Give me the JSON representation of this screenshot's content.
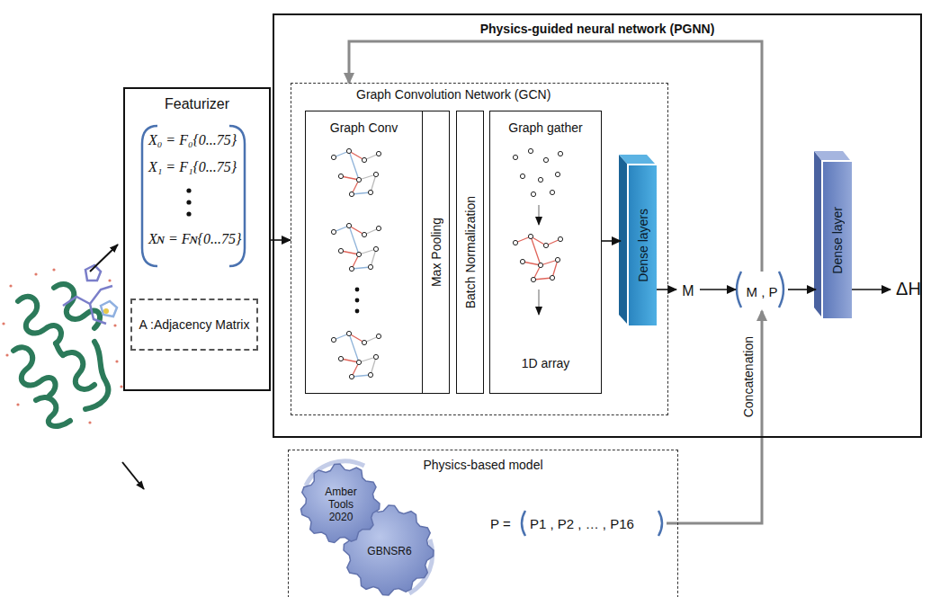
{
  "diagram": {
    "nodes": [
      {
        "text": [
          "Featurizer",
          "X₀ = F₀{0...75}",
          "X₁ = F₁{0...75}",
          "Xɴ = Fɴ{0...75}"
        ]
      },
      {
        "text": [
          "A :Adjacency Matrix"
        ],
        "in": 0
      },
      {
        "text": [
          "Physics-guided neural network (PGNN)"
        ]
      },
      {
        "text": [
          "Graph Convolution Network (GCN)"
        ],
        "in": 2
      },
      {
        "text": [
          "Graph Conv"
        ],
        "in": 3
      },
      {
        "text": [
          "Max Pooling"
        ],
        "in": 3
      },
      {
        "text": [
          "Batch Normalization"
        ],
        "in": 3
      },
      {
        "text": [
          "Graph gather",
          "1D array"
        ],
        "in": 3
      },
      {
        "text": [
          "Dense layers"
        ],
        "in": 2
      },
      {
        "text": [
          "M"
        ],
        "in": 2
      },
      {
        "text": [
          "M , P"
        ],
        "in": 2
      },
      {
        "text": [
          "Dense layer"
        ],
        "in": 2
      },
      {
        "text": [
          "ΔH"
        ]
      },
      {
        "text": [
          "Physics-based model"
        ]
      },
      {
        "text": [
          "Amber Tools 2020"
        ],
        "in": 13
      },
      {
        "text": [
          "GBNSR6"
        ],
        "in": 13
      },
      {
        "text": [
          "P =",
          "P1 , P2 , … , P16"
        ],
        "in": 13
      }
    ],
    "edges": [
      {
        "from": 0,
        "to": 3,
        "arrow": "to"
      },
      {
        "from": 7,
        "to": 8,
        "arrow": "to"
      },
      {
        "from": 8,
        "to": 9,
        "arrow": "to"
      },
      {
        "from": 9,
        "to": 10,
        "arrow": "to"
      },
      {
        "from": 10,
        "to": 3,
        "arrow": "to"
      },
      {
        "from": 16,
        "to": 10,
        "label": "Concatenation",
        "arrow": "to"
      },
      {
        "from": 10,
        "to": 11,
        "arrow": "to"
      },
      {
        "from": 11,
        "to": 12,
        "arrow": "to"
      }
    ]
  }
}
